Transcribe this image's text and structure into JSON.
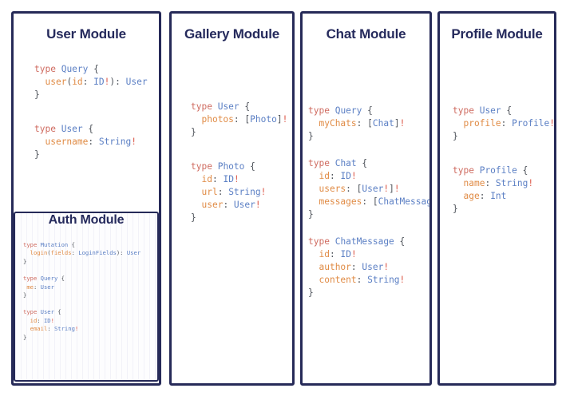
{
  "canvas": {
    "background": "#ffffff",
    "border_color": "#262a58",
    "title_color": "#252a5c"
  },
  "syntax_colors": {
    "keyword": "#cf6b60",
    "type_name": "#5b7fc4",
    "field_name": "#e08b45",
    "punctuation": "#50555c",
    "non_null": "#dd5a4a"
  },
  "panels": [
    {
      "id": "user-module",
      "title": "User Module",
      "code_blocks": [
        {
          "lines": [
            [
              {
                "t": "type",
                "c": "kw"
              },
              {
                "t": " ",
                "c": "punc"
              },
              {
                "t": "Query",
                "c": "type"
              },
              {
                "t": " {",
                "c": "punc"
              }
            ],
            [
              {
                "t": "  ",
                "c": "punc"
              },
              {
                "t": "user",
                "c": "field"
              },
              {
                "t": "(",
                "c": "punc"
              },
              {
                "t": "id",
                "c": "field"
              },
              {
                "t": ": ",
                "c": "punc"
              },
              {
                "t": "ID",
                "c": "type"
              },
              {
                "t": "!",
                "c": "bang"
              },
              {
                "t": "): ",
                "c": "punc"
              },
              {
                "t": "User",
                "c": "type"
              }
            ],
            [
              {
                "t": "}",
                "c": "punc"
              }
            ]
          ]
        },
        {
          "lines": [
            [
              {
                "t": "type",
                "c": "kw"
              },
              {
                "t": " ",
                "c": "punc"
              },
              {
                "t": "User",
                "c": "type"
              },
              {
                "t": " {",
                "c": "punc"
              }
            ],
            [
              {
                "t": "  ",
                "c": "punc"
              },
              {
                "t": "username",
                "c": "field"
              },
              {
                "t": ": ",
                "c": "punc"
              },
              {
                "t": "String",
                "c": "type"
              },
              {
                "t": "!",
                "c": "bang"
              }
            ],
            [
              {
                "t": "}",
                "c": "punc"
              }
            ]
          ]
        }
      ],
      "nested_panel": {
        "id": "auth-module",
        "title": "Auth Module",
        "code_blocks": [
          {
            "lines": [
              [
                {
                  "t": "type",
                  "c": "kw"
                },
                {
                  "t": " ",
                  "c": "punc"
                },
                {
                  "t": "Mutation",
                  "c": "type"
                },
                {
                  "t": " {",
                  "c": "punc"
                }
              ],
              [
                {
                  "t": "  ",
                  "c": "punc"
                },
                {
                  "t": "login",
                  "c": "field"
                },
                {
                  "t": "(",
                  "c": "punc"
                },
                {
                  "t": "fields",
                  "c": "field"
                },
                {
                  "t": ": ",
                  "c": "punc"
                },
                {
                  "t": "LoginFields",
                  "c": "type"
                },
                {
                  "t": "): ",
                  "c": "punc"
                },
                {
                  "t": "User",
                  "c": "type"
                }
              ],
              [
                {
                  "t": "}",
                  "c": "punc"
                }
              ]
            ]
          },
          {
            "lines": [
              [
                {
                  "t": "type",
                  "c": "kw"
                },
                {
                  "t": " ",
                  "c": "punc"
                },
                {
                  "t": "Query",
                  "c": "type"
                },
                {
                  "t": " {",
                  "c": "punc"
                }
              ],
              [
                {
                  "t": " ",
                  "c": "punc"
                },
                {
                  "t": "me",
                  "c": "field"
                },
                {
                  "t": ": ",
                  "c": "punc"
                },
                {
                  "t": "User",
                  "c": "type"
                }
              ],
              [
                {
                  "t": "}",
                  "c": "punc"
                }
              ]
            ]
          },
          {
            "lines": [
              [
                {
                  "t": "type",
                  "c": "kw"
                },
                {
                  "t": " ",
                  "c": "punc"
                },
                {
                  "t": "User",
                  "c": "type"
                },
                {
                  "t": " {",
                  "c": "punc"
                }
              ],
              [
                {
                  "t": "  ",
                  "c": "punc"
                },
                {
                  "t": "id",
                  "c": "field"
                },
                {
                  "t": ": ",
                  "c": "punc"
                },
                {
                  "t": "ID",
                  "c": "type"
                },
                {
                  "t": "!",
                  "c": "bang"
                }
              ],
              [
                {
                  "t": "  ",
                  "c": "punc"
                },
                {
                  "t": "email",
                  "c": "field"
                },
                {
                  "t": ": ",
                  "c": "punc"
                },
                {
                  "t": "String",
                  "c": "type"
                },
                {
                  "t": "!",
                  "c": "bang"
                }
              ],
              [
                {
                  "t": "}",
                  "c": "punc"
                }
              ]
            ]
          }
        ]
      }
    },
    {
      "id": "gallery-module",
      "title": "Gallery Module",
      "code_blocks": [
        {
          "lines": [
            [
              {
                "t": "type",
                "c": "kw"
              },
              {
                "t": " ",
                "c": "punc"
              },
              {
                "t": "User",
                "c": "type"
              },
              {
                "t": " {",
                "c": "punc"
              }
            ],
            [
              {
                "t": "  ",
                "c": "punc"
              },
              {
                "t": "photos",
                "c": "field"
              },
              {
                "t": ": [",
                "c": "punc"
              },
              {
                "t": "Photo",
                "c": "type"
              },
              {
                "t": "]",
                "c": "punc"
              },
              {
                "t": "!",
                "c": "bang"
              }
            ],
            [
              {
                "t": "}",
                "c": "punc"
              }
            ]
          ]
        },
        {
          "lines": [
            [
              {
                "t": "type",
                "c": "kw"
              },
              {
                "t": " ",
                "c": "punc"
              },
              {
                "t": "Photo",
                "c": "type"
              },
              {
                "t": " {",
                "c": "punc"
              }
            ],
            [
              {
                "t": "  ",
                "c": "punc"
              },
              {
                "t": "id",
                "c": "field"
              },
              {
                "t": ": ",
                "c": "punc"
              },
              {
                "t": "ID",
                "c": "type"
              },
              {
                "t": "!",
                "c": "bang"
              }
            ],
            [
              {
                "t": "  ",
                "c": "punc"
              },
              {
                "t": "url",
                "c": "field"
              },
              {
                "t": ": ",
                "c": "punc"
              },
              {
                "t": "String",
                "c": "type"
              },
              {
                "t": "!",
                "c": "bang"
              }
            ],
            [
              {
                "t": "  ",
                "c": "punc"
              },
              {
                "t": "user",
                "c": "field"
              },
              {
                "t": ": ",
                "c": "punc"
              },
              {
                "t": "User",
                "c": "type"
              },
              {
                "t": "!",
                "c": "bang"
              }
            ],
            [
              {
                "t": "}",
                "c": "punc"
              }
            ]
          ]
        }
      ]
    },
    {
      "id": "chat-module",
      "title": "Chat Module",
      "code_blocks": [
        {
          "lines": [
            [
              {
                "t": "type",
                "c": "kw"
              },
              {
                "t": " ",
                "c": "punc"
              },
              {
                "t": "Query",
                "c": "type"
              },
              {
                "t": " {",
                "c": "punc"
              }
            ],
            [
              {
                "t": "  ",
                "c": "punc"
              },
              {
                "t": "myChats",
                "c": "field"
              },
              {
                "t": ": [",
                "c": "punc"
              },
              {
                "t": "Chat",
                "c": "type"
              },
              {
                "t": "]",
                "c": "punc"
              },
              {
                "t": "!",
                "c": "bang"
              }
            ],
            [
              {
                "t": "}",
                "c": "punc"
              }
            ]
          ]
        },
        {
          "lines": [
            [
              {
                "t": "type",
                "c": "kw"
              },
              {
                "t": " ",
                "c": "punc"
              },
              {
                "t": "Chat",
                "c": "type"
              },
              {
                "t": " {",
                "c": "punc"
              }
            ],
            [
              {
                "t": "  ",
                "c": "punc"
              },
              {
                "t": "id",
                "c": "field"
              },
              {
                "t": ": ",
                "c": "punc"
              },
              {
                "t": "ID",
                "c": "type"
              },
              {
                "t": "!",
                "c": "bang"
              }
            ],
            [
              {
                "t": "  ",
                "c": "punc"
              },
              {
                "t": "users",
                "c": "field"
              },
              {
                "t": ": [",
                "c": "punc"
              },
              {
                "t": "User",
                "c": "type"
              },
              {
                "t": "!",
                "c": "bang"
              },
              {
                "t": "]",
                "c": "punc"
              },
              {
                "t": "!",
                "c": "bang"
              }
            ],
            [
              {
                "t": "  ",
                "c": "punc"
              },
              {
                "t": "messages",
                "c": "field"
              },
              {
                "t": ": [",
                "c": "punc"
              },
              {
                "t": "ChatMessage",
                "c": "type"
              },
              {
                "t": "]",
                "c": "punc"
              },
              {
                "t": "!",
                "c": "bang"
              }
            ],
            [
              {
                "t": "}",
                "c": "punc"
              }
            ]
          ]
        },
        {
          "lines": [
            [
              {
                "t": "type",
                "c": "kw"
              },
              {
                "t": " ",
                "c": "punc"
              },
              {
                "t": "ChatMessage",
                "c": "type"
              },
              {
                "t": " {",
                "c": "punc"
              }
            ],
            [
              {
                "t": "  ",
                "c": "punc"
              },
              {
                "t": "id",
                "c": "field"
              },
              {
                "t": ": ",
                "c": "punc"
              },
              {
                "t": "ID",
                "c": "type"
              },
              {
                "t": "!",
                "c": "bang"
              }
            ],
            [
              {
                "t": "  ",
                "c": "punc"
              },
              {
                "t": "author",
                "c": "field"
              },
              {
                "t": ": ",
                "c": "punc"
              },
              {
                "t": "User",
                "c": "type"
              },
              {
                "t": "!",
                "c": "bang"
              }
            ],
            [
              {
                "t": "  ",
                "c": "punc"
              },
              {
                "t": "content",
                "c": "field"
              },
              {
                "t": ": ",
                "c": "punc"
              },
              {
                "t": "String",
                "c": "type"
              },
              {
                "t": "!",
                "c": "bang"
              }
            ],
            [
              {
                "t": "}",
                "c": "punc"
              }
            ]
          ]
        }
      ]
    },
    {
      "id": "profile-module",
      "title": "Profile Module",
      "code_blocks": [
        {
          "lines": [
            [
              {
                "t": "type",
                "c": "kw"
              },
              {
                "t": " ",
                "c": "punc"
              },
              {
                "t": "User",
                "c": "type"
              },
              {
                "t": " {",
                "c": "punc"
              }
            ],
            [
              {
                "t": "  ",
                "c": "punc"
              },
              {
                "t": "profile",
                "c": "field"
              },
              {
                "t": ": ",
                "c": "punc"
              },
              {
                "t": "Profile",
                "c": "type"
              },
              {
                "t": "!",
                "c": "bang"
              }
            ],
            [
              {
                "t": "}",
                "c": "punc"
              }
            ]
          ]
        },
        {
          "lines": [
            [
              {
                "t": "type",
                "c": "kw"
              },
              {
                "t": " ",
                "c": "punc"
              },
              {
                "t": "Profile",
                "c": "type"
              },
              {
                "t": " {",
                "c": "punc"
              }
            ],
            [
              {
                "t": "  ",
                "c": "punc"
              },
              {
                "t": "name",
                "c": "field"
              },
              {
                "t": ": ",
                "c": "punc"
              },
              {
                "t": "String",
                "c": "type"
              },
              {
                "t": "!",
                "c": "bang"
              }
            ],
            [
              {
                "t": "  ",
                "c": "punc"
              },
              {
                "t": "age",
                "c": "field"
              },
              {
                "t": ": ",
                "c": "punc"
              },
              {
                "t": "Int",
                "c": "type"
              }
            ],
            [
              {
                "t": "}",
                "c": "punc"
              }
            ]
          ]
        }
      ]
    }
  ]
}
